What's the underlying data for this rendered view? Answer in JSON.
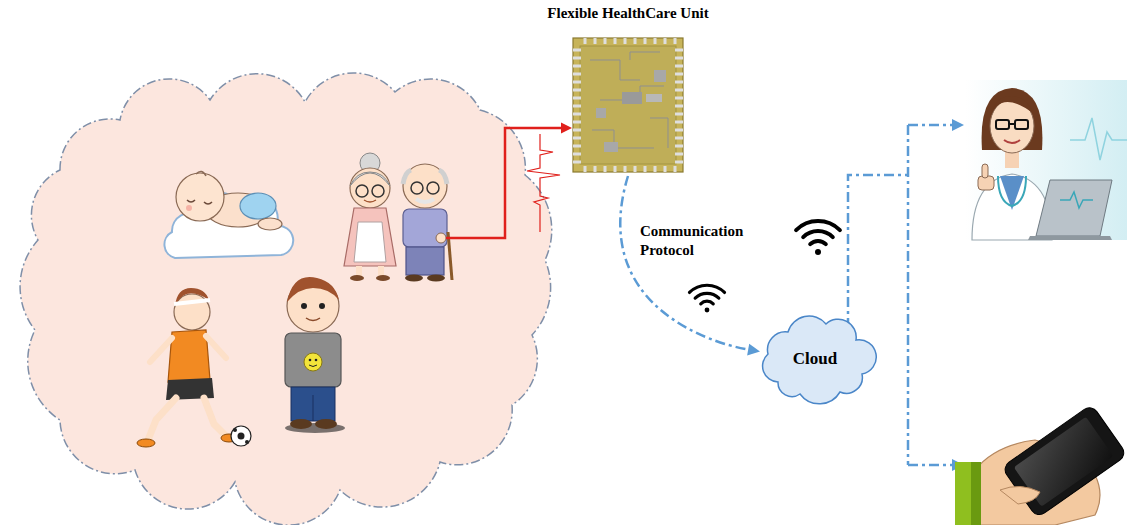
{
  "diagram": {
    "nodes": [
      {
        "text": [
          "Flexible HealthCare Unit"
        ]
      },
      {
        "text": [
          "Cloud"
        ]
      }
    ],
    "edges": [
      {
        "from": 0,
        "to": 1,
        "arrow": "to",
        "label": "Communication Protocol"
      }
    ]
  }
}
